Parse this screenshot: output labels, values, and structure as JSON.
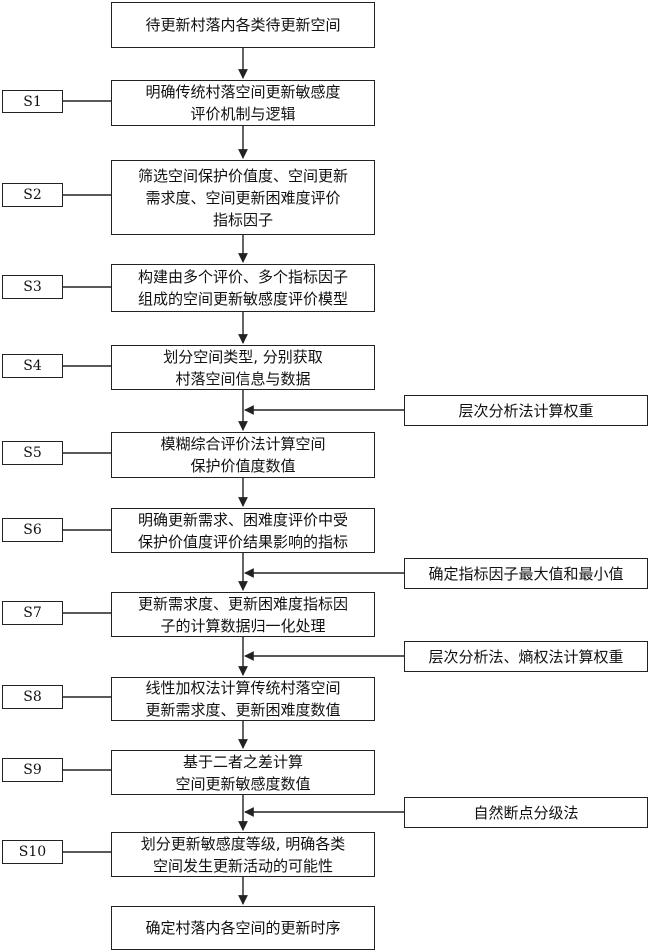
{
  "steps": {
    "start": "待更新村落内各类待更新空间",
    "s1": "明确传统村落空间更新敏感度\n评价机制与逻辑",
    "s2": "筛选空间保护价值度、空间更新\n需求度、空间更新困难度评价\n指标因子",
    "s3": "构建由多个评价、多个指标因子\n组成的空间更新敏感度评价模型",
    "s4": "划分空间类型, 分别获取\n村落空间信息与数据",
    "s5": "模糊综合评价法计算空间\n保护价值度数值",
    "s6": "明确更新需求、困难度评价中受\n保护价值度评价结果影响的指标",
    "s7": "更新需求度、更新困难度指标因\n子的计算数据归一化处理",
    "s8": "线性加权法计算传统村落空间\n更新需求度、更新困难度数值",
    "s9": "基于二者之差计算\n空间更新敏感度数值",
    "s10": "划分更新敏感度等级, 明确各类\n空间发生更新活动的可能性",
    "end": "确定村落内各空间的更新时序"
  },
  "labels": {
    "s1": "S1",
    "s2": "S2",
    "s3": "S3",
    "s4": "S4",
    "s5": "S5",
    "s6": "S6",
    "s7": "S7",
    "s8": "S8",
    "s9": "S9",
    "s10": "S10"
  },
  "inputs": {
    "ahp": "层次分析法计算权重",
    "minmax": "确定指标因子最大值和最小值",
    "ahp_entropy": "层次分析法、熵权法计算权重",
    "jenks": "自然断点分级法"
  }
}
